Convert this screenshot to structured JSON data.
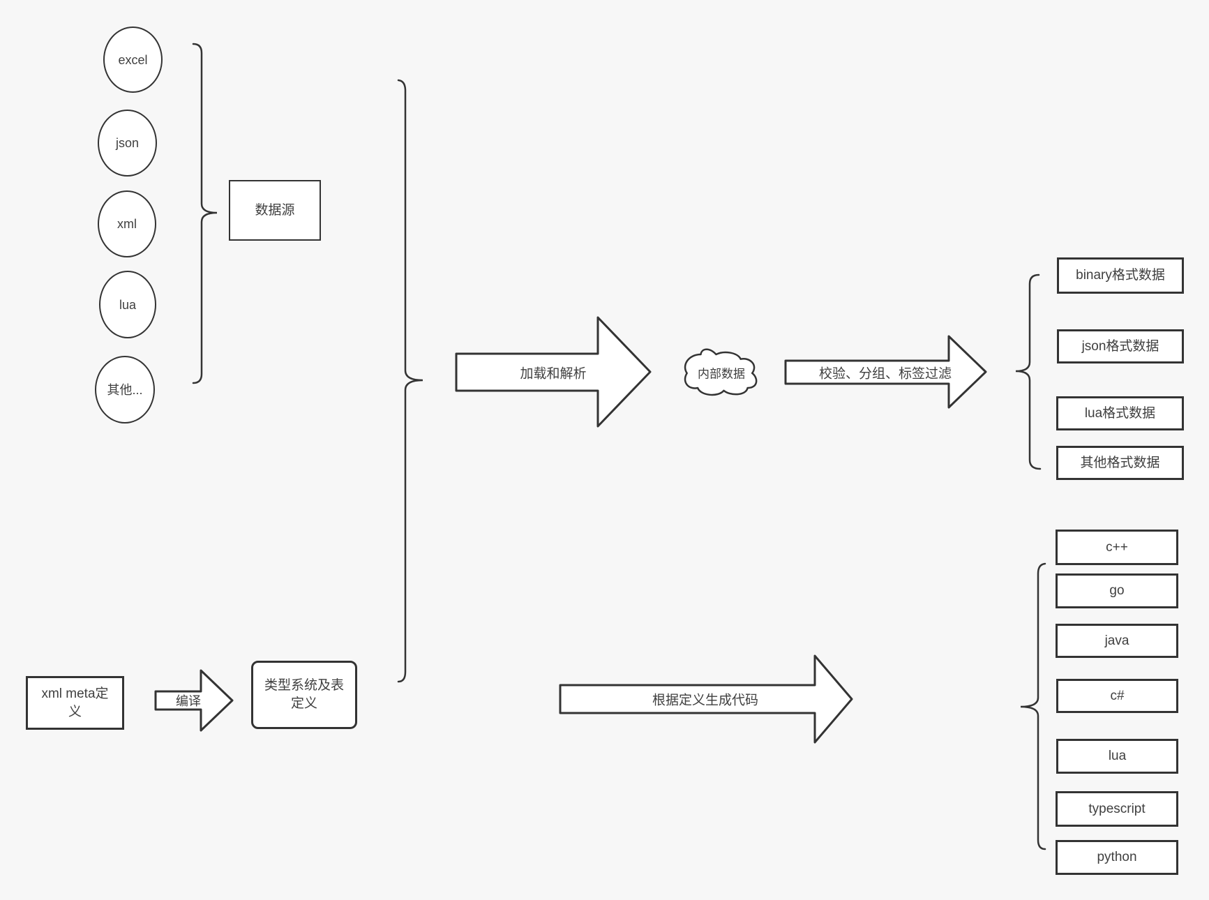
{
  "colors": {
    "background": "#f7f7f7",
    "node_fill": "#ffffff",
    "stroke": "#333333",
    "text": "#3f3f3f"
  },
  "diagram": {
    "sources": [
      "excel",
      "json",
      "xml",
      "lua",
      "其他..."
    ],
    "source_group_label": "数据源",
    "internal_data_label": "内部数据",
    "arrows": {
      "load_parse": "加载和解析",
      "filter": "校验、分组、标签过滤",
      "compile": "编译",
      "codegen": "根据定义生成代码"
    },
    "output_formats": [
      "binary格式数据",
      "json格式数据",
      "lua格式数据",
      "其他格式数据"
    ],
    "xml_meta_label": "xml meta定义",
    "type_system_label": "类型系统及表定义",
    "languages": [
      "c++",
      "go",
      "java",
      "c#",
      "lua",
      "typescript",
      "python"
    ]
  }
}
